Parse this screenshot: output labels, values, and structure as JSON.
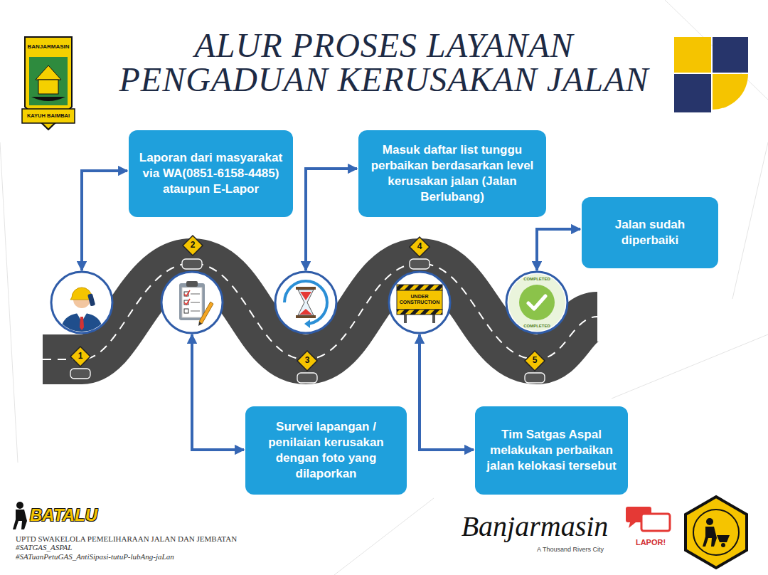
{
  "diagram": {
    "title": "ALUR PROSES LAYANAN PENGADUAN KERUSAKAN JALAN",
    "nodes": [
      {
        "text": [
          "Laporan dari masyarakat via WA(0851-6158-4485) ataupun E-Lapor"
        ]
      },
      {
        "text": [
          "Survei lapangan / penilaian kerusakan dengan foto yang dilaporkan"
        ]
      },
      {
        "text": [
          "Masuk daftar list tunggu perbaikan berdasarkan level kerusakan jalan (Jalan Berlubang)"
        ]
      },
      {
        "text": [
          "Tim Satgas Aspal melakukan perbaikan jalan kelokasi tersebut"
        ]
      },
      {
        "text": [
          "Jalan sudah diperbaiki"
        ]
      }
    ],
    "labels": [
      "1",
      "2",
      "3",
      "4",
      "5",
      "UNDER CONSTRUCTION",
      "COMPLETED",
      "COMPLETED",
      "BANJARMASIN",
      "KAYUH BAIMBAI",
      "BATALU",
      "UPTD SWAKELOLA PEMELIHARAAN JALAN DAN JEMBATAN",
      "#SATGAS_ASPAL",
      "#SATuanPetuGAS_AntiSipasi-tutuP-lubAng-jaLan",
      "Banjarmasin",
      "A Thousand Rivers City",
      "LAPOR!"
    ]
  }
}
